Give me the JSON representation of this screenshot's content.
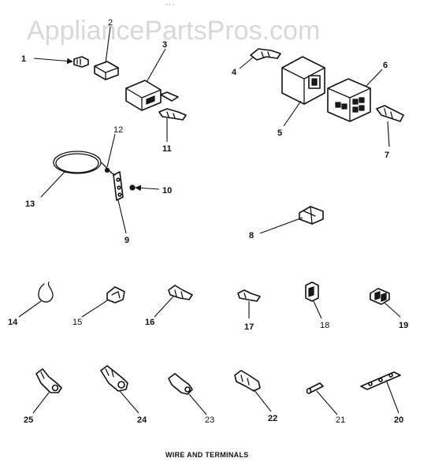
{
  "watermark": "AppliancePartsPros.com",
  "header_scrap": ",     ,         ,",
  "caption": "WIRE AND TERMINALS",
  "callouts": [
    "1",
    "2",
    "3",
    "4",
    "5",
    "6",
    "7",
    "8",
    "9",
    "10",
    "11",
    "12",
    "13",
    "14",
    "15",
    "16",
    "17",
    "18",
    "19",
    "20",
    "21",
    "22",
    "23",
    "24",
    "25"
  ]
}
